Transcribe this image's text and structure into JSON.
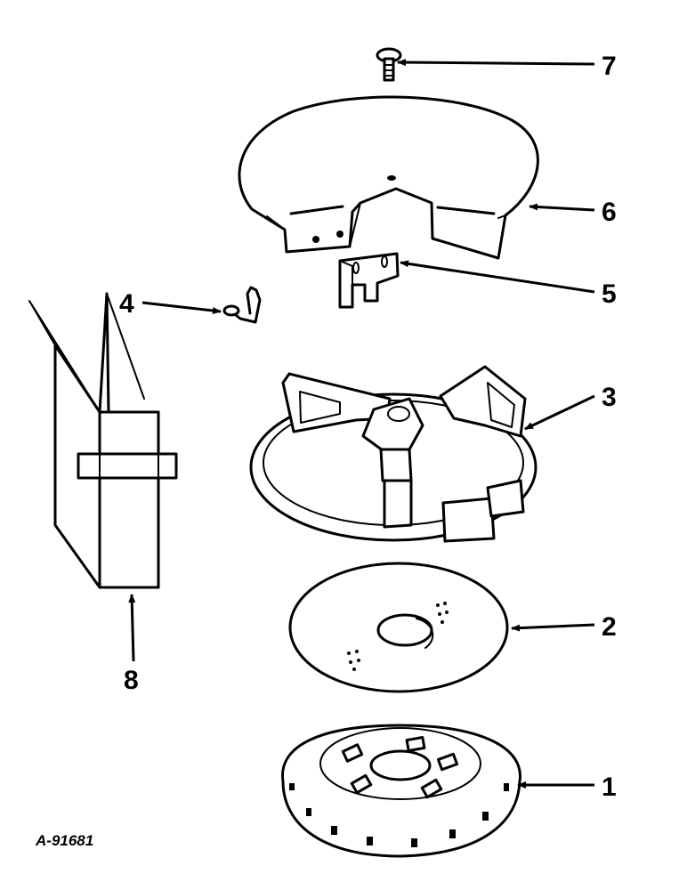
{
  "figure_code": "A-91681",
  "callouts": [
    "1",
    "2",
    "3",
    "4",
    "5",
    "6",
    "7",
    "8"
  ]
}
